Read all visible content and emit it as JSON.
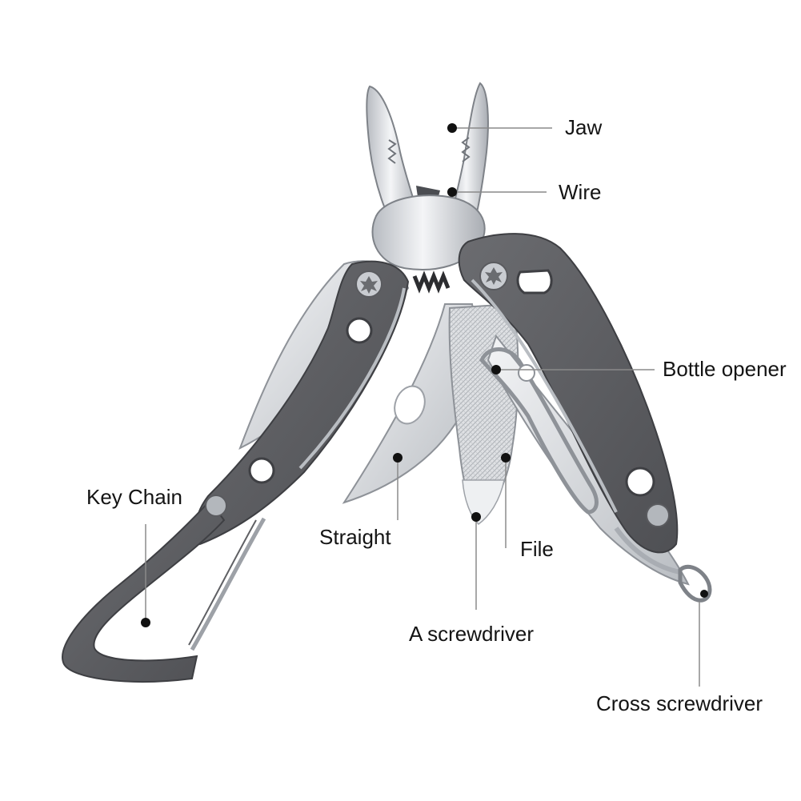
{
  "labels": {
    "jaw": "Jaw",
    "wire": "Wire",
    "bottle_opener": "Bottle opener",
    "key_chain": "Key Chain",
    "straight": "Straight",
    "file": "File",
    "screwdriver": "A screwdriver",
    "cross_screwdriver": "Cross screwdriver"
  },
  "colors": {
    "handle": "#5f6064",
    "handle_dark": "#3e3f43",
    "steel": "#d4d6da",
    "steel_light": "#eef0f2",
    "steel_dark": "#9da1a7",
    "leader_line": "#8a8a8a",
    "dot": "#111111",
    "text": "#141414"
  }
}
